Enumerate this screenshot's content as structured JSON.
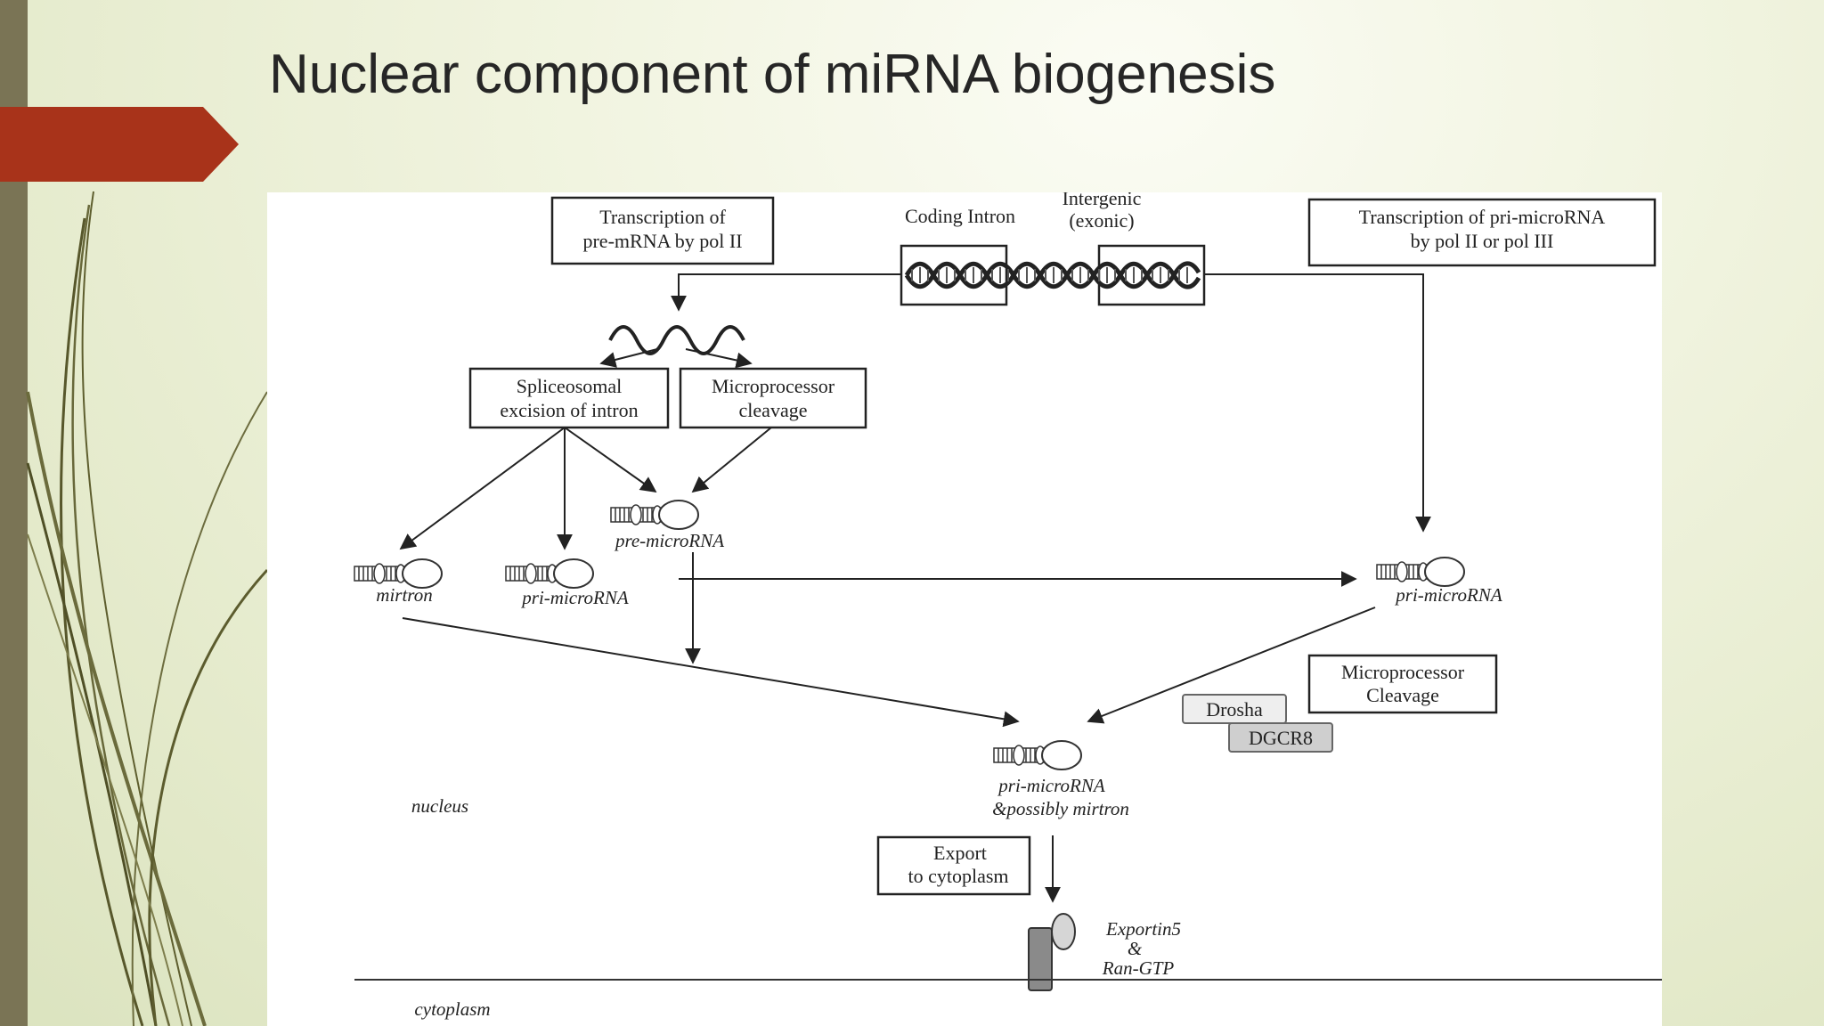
{
  "slide": {
    "title": "Nuclear component of miRNA biogenesis",
    "accent_color": "#a8331a",
    "sidebar_color": "#7a7455"
  },
  "diagram": {
    "boxes": {
      "transcription_pre_mrna": [
        "Transcription of",
        "pre-mRNA by pol II"
      ],
      "transcription_pri_microrna": [
        "Transcription of pri-microRNA",
        "by pol II or pol III"
      ],
      "spliceosomal": [
        "Spliceosomal",
        "excision of intron"
      ],
      "microprocessor_cleavage_top": [
        "Microprocessor",
        "cleavage"
      ],
      "microprocessor_cleavage_right": [
        "Microprocessor",
        "Cleavage"
      ],
      "export": [
        "Export",
        "to cytoplasm"
      ]
    },
    "labels": {
      "coding_intron": "Coding Intron",
      "intergenic": [
        "Intergenic",
        "(exonic)"
      ],
      "pre_microrna": "pre-microRNA",
      "mirtron": "mirtron",
      "pri_microrna_left": "pri-microRNA",
      "pri_microrna_right": "pri-microRNA",
      "pri_microrna_bottom": [
        "pri-microRNA",
        "&possibly mirtron"
      ],
      "exportin": [
        "Exportin5",
        "&",
        "Ran-GTP"
      ],
      "nucleus": "nucleus",
      "cytoplasm": "cytoplasm"
    },
    "proteins": {
      "drosha": "Drosha",
      "dgcr8": "DGCR8"
    }
  }
}
